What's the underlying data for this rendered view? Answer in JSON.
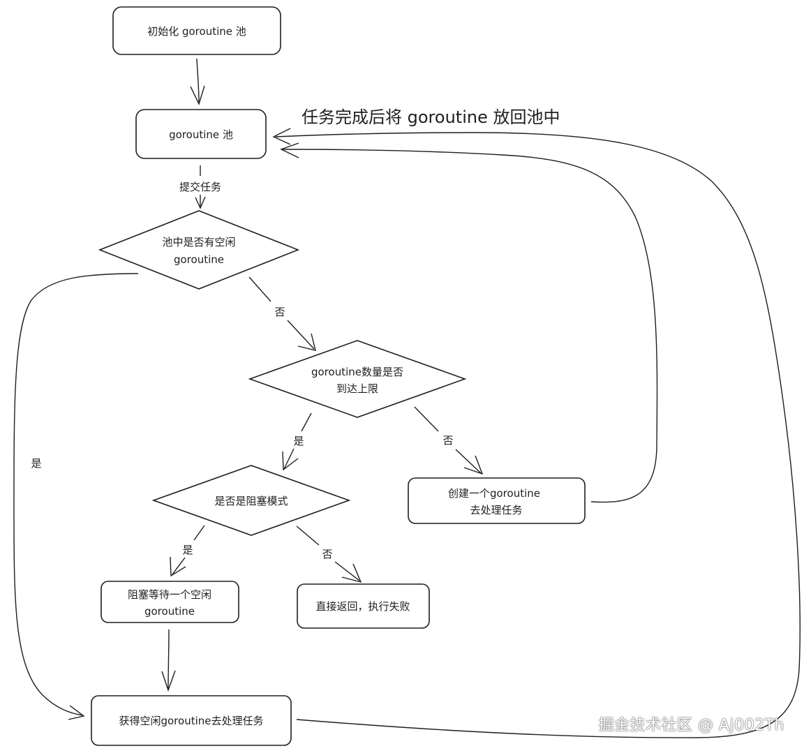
{
  "nodes": {
    "init_pool": "初始化 goroutine 池",
    "pool": "goroutine 池",
    "has_idle_line1": "池中是否有空闲",
    "has_idle_line2": "goroutine",
    "reached_limit_line1": "goroutine数量是否",
    "reached_limit_line2": "到达上限",
    "blocking_mode": "是否是阻塞模式",
    "create_line1": "创建一个goroutine",
    "create_line2": "去处理任务",
    "block_wait_line1": "阻塞等待一个空闲",
    "block_wait_line2": "goroutine",
    "return_fail": "直接返回，执行失败",
    "get_idle": "获得空闲goroutine去处理任务"
  },
  "edges": {
    "submit_task": "提交任务",
    "no_1": "否",
    "yes_1": "是",
    "no_2": "否",
    "yes_2": "是",
    "no_3": "否",
    "yes_idle": "是",
    "return_to_pool": "任务完成后将 goroutine 放回池中"
  },
  "watermark": "掘金技术社区 @ Aj002Th"
}
